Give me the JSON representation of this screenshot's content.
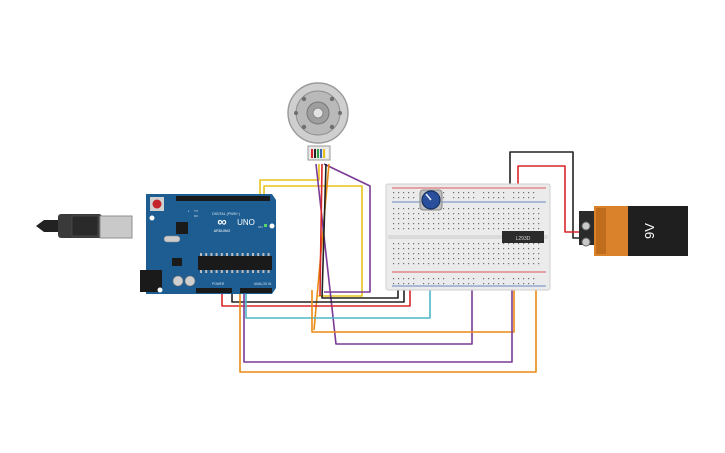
{
  "components": {
    "arduino": {
      "board_name": "UNO",
      "brand": "ARDUINO",
      "digital_label": "DIGITAL (PWM~)",
      "power_label": "POWER",
      "analog_label": "ANALOG IN",
      "tx_label": "TX",
      "rx_label": "RX",
      "on_label": "ON",
      "l_label": "L",
      "board_color": "#1d5d91"
    },
    "battery": {
      "label": "9V",
      "body_color": "#1f1f1f",
      "cap_color": "#d9822b"
    },
    "motor": {
      "type": "encoder-motor"
    },
    "ic": {
      "label": "L293D"
    },
    "potentiometer": {
      "knob_color": "#2a4f9c"
    }
  },
  "colors": {
    "wire_red": "#d9252a",
    "wire_black": "#222222",
    "wire_yellow": "#e8c21a",
    "wire_orange": "#ea8a13",
    "wire_purple": "#7b3a96",
    "wire_teal": "#4fb8c9",
    "wire_green": "#2f9e44",
    "breadboard": "#ebebeb"
  }
}
